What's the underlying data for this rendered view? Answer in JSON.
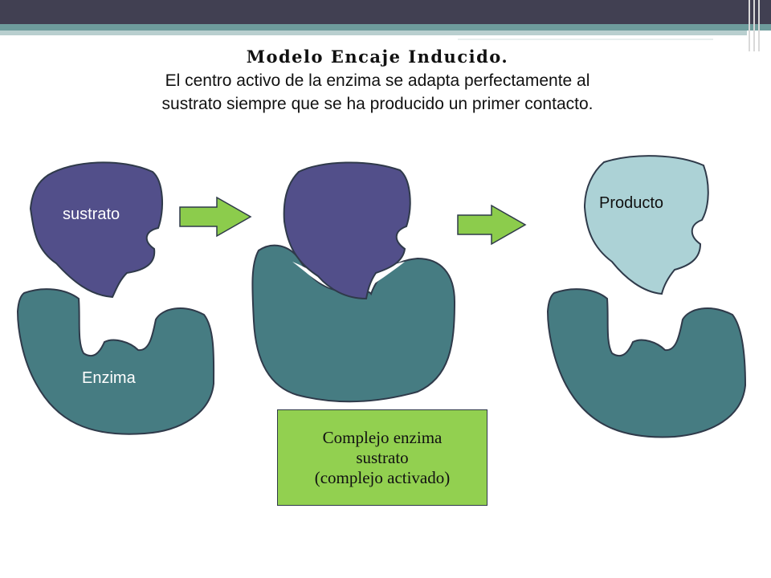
{
  "slide": {
    "title": "Modelo Encaje Inducido.",
    "description_line1": "El centro activo de la enzima se adapta perfectamente al",
    "description_line2": "sustrato siempre que se ha producido un primer contacto."
  },
  "labels": {
    "substrate": "sustrato",
    "enzyme": "Enzima",
    "product": "Producto"
  },
  "complex_box": {
    "line1": "Complejo enzima",
    "line2": "sustrato",
    "line3": "(complejo activado)"
  },
  "colors": {
    "substrate": "#524f8a",
    "enzyme": "#467c82",
    "product": "#acd2d6",
    "arrow": "#8ccc4c",
    "box": "#92d050",
    "outline": "#2f3a4a"
  }
}
